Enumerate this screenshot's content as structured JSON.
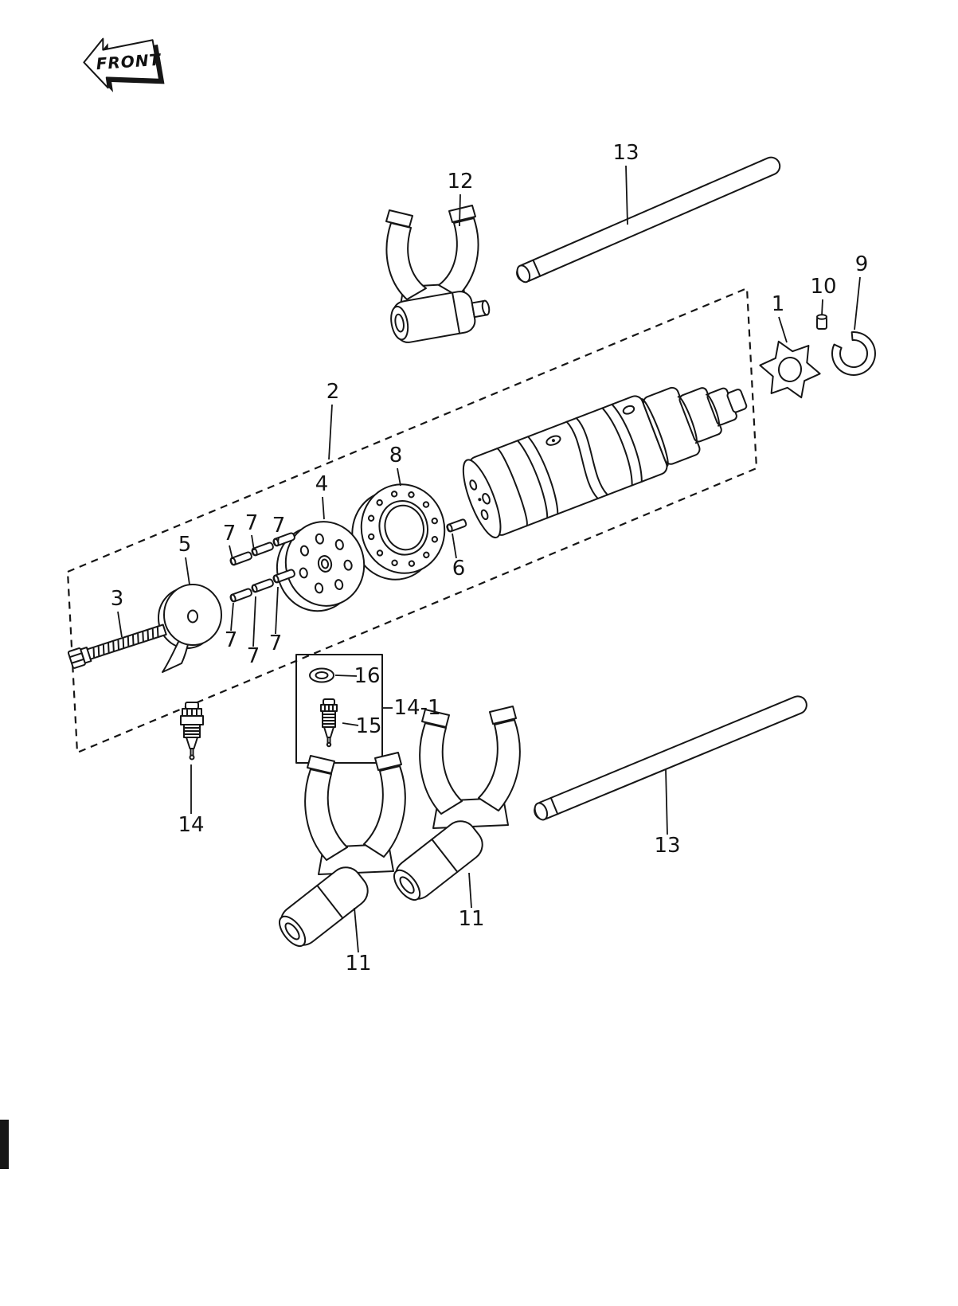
{
  "diagram": {
    "front_label": "FRONT",
    "callouts": {
      "positioning_plate": "1",
      "drum_assembly": "2",
      "bolt": "3",
      "pin_plate": "4",
      "cam": "5",
      "dowel_pin": "6",
      "pin_a": "7",
      "pin_b": "7",
      "pin_c": "7",
      "pin_d": "7",
      "pin_e": "7",
      "pin_f": "7",
      "bearing": "8",
      "snap_ring": "9",
      "pin_small": "10",
      "fork_left": "11",
      "fork_right": "11",
      "fork_top": "12",
      "rod_top": "13",
      "rod_bottom": "13",
      "switch": "14",
      "detail_box": "14-1",
      "screw": "15",
      "washer": "16"
    }
  }
}
